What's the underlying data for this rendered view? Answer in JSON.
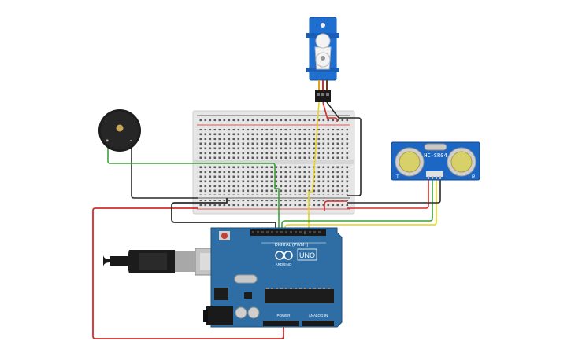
{
  "colors": {
    "board": "#2e6ea4",
    "board_dark": "#1f4f7a",
    "breadboard": "#e8e8e8",
    "wire_red": "#d52b2b",
    "wire_black": "#2a2a2a",
    "wire_green": "#3aa23a",
    "wire_yellow": "#e9d21a",
    "servo_blue": "#1f6fd1",
    "sensor_blue": "#1c66c4"
  },
  "components": {
    "servo": {
      "icon": "servo-motor-icon"
    },
    "buzzer": {
      "icon": "piezo-buzzer-icon",
      "plus": "+",
      "minus": "-"
    },
    "ultrasonic": {
      "icon": "ultrasonic-sensor-icon",
      "model": "HC-SR04",
      "left_mark": "T",
      "right_mark": "R"
    },
    "arduino": {
      "icon": "arduino-uno-icon",
      "brand": "ARDUINO",
      "model": "UNO",
      "digital_label": "DIGITAL (PWM~)",
      "power_label": "POWER",
      "analog_label": "ANALOG IN"
    },
    "usb_cable": {
      "icon": "usb-cable-icon"
    }
  }
}
